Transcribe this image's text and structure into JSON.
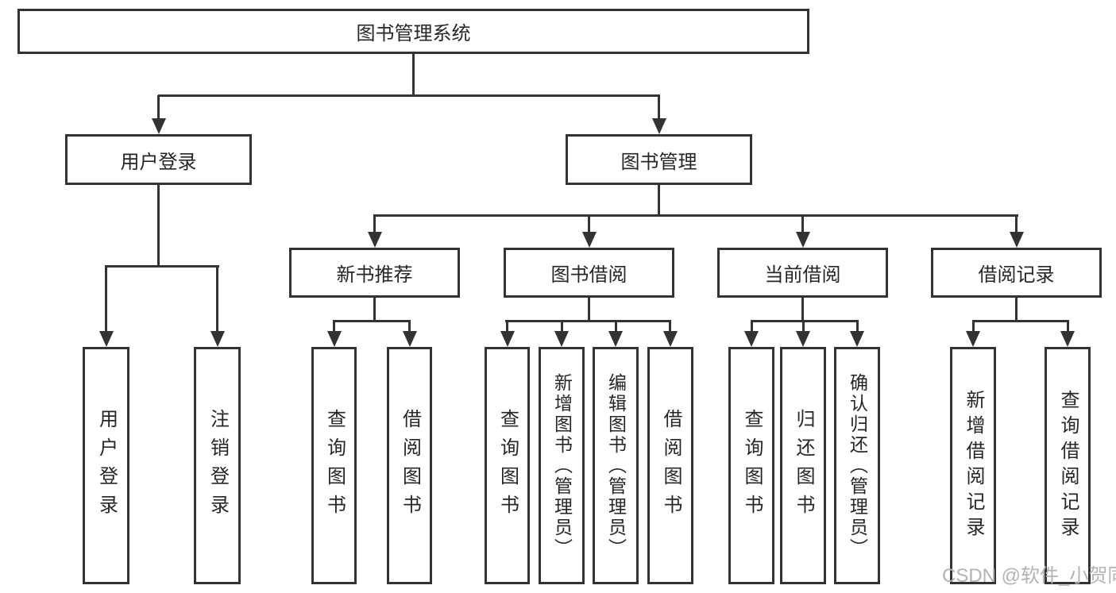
{
  "colors": {
    "background": "#ffffff",
    "line": "#333333",
    "box_border": "#333333",
    "text": "#262626",
    "watermark": "#b3b3b3"
  },
  "tree": {
    "label": "图书管理系统",
    "children": [
      {
        "label": "用户登录",
        "children": [
          {
            "label": "用户登录"
          },
          {
            "label": "注销登录"
          }
        ]
      },
      {
        "label": "图书管理",
        "children": [
          {
            "label": "新书推荐",
            "children": [
              {
                "label": "查询图书"
              },
              {
                "label": "借阅图书"
              }
            ]
          },
          {
            "label": "图书借阅",
            "children": [
              {
                "label": "查询图书"
              },
              {
                "label": "新增图书（管理员）"
              },
              {
                "label": "编辑图书（管理员）"
              },
              {
                "label": "借阅图书"
              }
            ]
          },
          {
            "label": "当前借阅",
            "children": [
              {
                "label": "查询图书"
              },
              {
                "label": "归还图书"
              },
              {
                "label": "确认归还（管理员）"
              }
            ]
          },
          {
            "label": "借阅记录",
            "children": [
              {
                "label": "新增借阅记录"
              },
              {
                "label": "查询借阅记录"
              }
            ]
          }
        ]
      }
    ]
  },
  "watermark": {
    "text": "CSDN @软件_小贺同学"
  }
}
